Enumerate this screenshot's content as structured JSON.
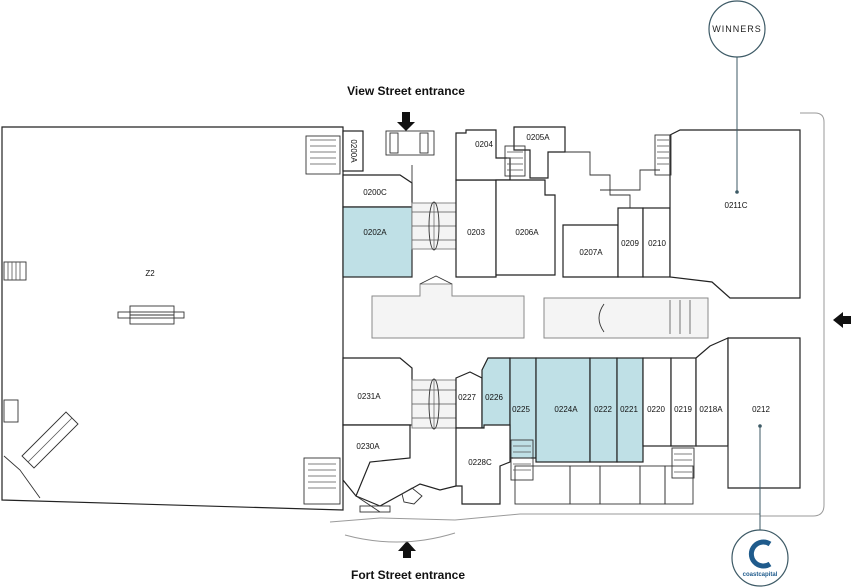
{
  "headings": {
    "top_entrance": "View Street entrance",
    "bottom_entrance": "Fort Street entrance"
  },
  "anchors": {
    "winners": "WINNERS",
    "coast_capital": "coastcapital"
  },
  "colors": {
    "highlight": "#bfe0e6",
    "wall": "#222222",
    "circle_line": "#3d5a66",
    "coast_blue": "#1f5b8c"
  },
  "units": {
    "z2": "Z2",
    "u0200a": "0200A",
    "u0200c": "0200C",
    "u0202a": "0202A",
    "u0203": "0203",
    "u0204": "0204",
    "u0205a": "0205A",
    "u0206a": "0206A",
    "u0207a": "0207A",
    "u0209": "0209",
    "u0210": "0210",
    "u0211c": "0211C",
    "u0231a": "0231A",
    "u0230a": "0230A",
    "u0227": "0227",
    "u0226": "0226",
    "u0225": "0225",
    "u0224a": "0224A",
    "u0222": "0222",
    "u0221": "0221",
    "u0220": "0220",
    "u0219": "0219",
    "u0218a": "0218A",
    "u0212": "0212",
    "u0228c": "0228C"
  },
  "highlighted_units": [
    "0202A",
    "0226",
    "0225",
    "0224A",
    "0222",
    "0221"
  ]
}
